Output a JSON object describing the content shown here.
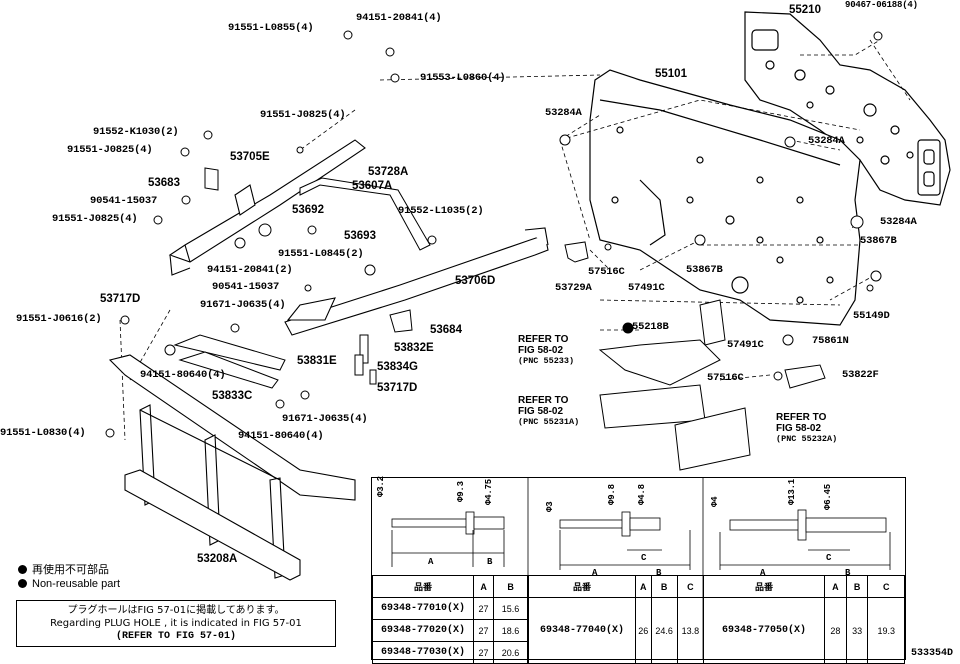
{
  "parts": {
    "p55210": "55210",
    "p90467": "90467-06188(4)",
    "p91551_L0855": "91551-L0855(4)",
    "p94151_20841_top": "94151-20841(4)",
    "p91553_L0860": "91553-L0860(4)",
    "p55101": "55101",
    "p53284A_a": "53284A",
    "p53284A_b": "53284A",
    "p53284A_c": "53284A",
    "p91551_J0825_a": "91551-J0825(4)",
    "p91552_K1030": "91552-K1030(2)",
    "p91551_J0825_b": "91551-J0825(4)",
    "p53705E": "53705E",
    "p53728A": "53728A",
    "p53683": "53683",
    "p53607A": "53607A",
    "p90541_15037_a": "90541-15037",
    "p91551_J0825_c": "91551-J0825(4)",
    "p53692": "53692",
    "p91552_L1035": "91552-L1035(2)",
    "p53693": "53693",
    "p91551_L0845": "91551-L0845(2)",
    "p94151_20841_mid": "94151-20841(2)",
    "p90541_15037_b": "90541-15037",
    "p53867B_a": "53867B",
    "p53867B_b": "53867B",
    "p57516C_a": "57516C",
    "p57491C_a": "57491C",
    "p53729A": "53729A",
    "p53717D_a": "53717D",
    "p91671_J0635_a": "91671-J0635(4)",
    "p53706D": "53706D",
    "p55149D": "55149D",
    "p91551_J0616": "91551-J0616(2)",
    "p53684": "53684",
    "p55218B": "55218B",
    "p57491C_b": "57491C",
    "p75861N": "75861N",
    "p53832E": "53832E",
    "p53831E": "53831E",
    "p94151_80640_a": "94151-80640(4)",
    "p53834G": "53834G",
    "p53717D_b": "53717D",
    "p57516C_b": "57516C",
    "p53822F": "53822F",
    "p53833C": "53833C",
    "p91671_J0635_b": "91671-J0635(4)",
    "p94151_80640_b": "94151-80640(4)",
    "p91551_L0830": "91551-L0830(4)",
    "p53208A": "53208A"
  },
  "refs": {
    "r1_l1": "REFER TO",
    "r1_l2": "FIG 58-02",
    "r1_l3": "(PNC 55233)",
    "r2_l1": "REFER TO",
    "r2_l2": "FIG 58-02",
    "r2_l3": "(PNC 55231A)",
    "r3_l1": "REFER TO",
    "r3_l2": "FIG 58-02",
    "r3_l3": "(PNC 55232A)"
  },
  "legend": {
    "ja": "再使用不可部品",
    "en": "Non-reusable part"
  },
  "note": {
    "ja": "プラグホールはFIG 57-01に掲載してあります。",
    "en": "Regarding PLUG HOLE , it is indicated in FIG 57-01",
    "ref": "(REFER TO FIG 57-01)"
  },
  "rivets": {
    "r1": {
      "d1": "Φ3.2",
      "d2": "Φ9.3",
      "d3": "Φ4.75",
      "a": "A",
      "b": "B"
    },
    "r2": {
      "d1": "Φ3",
      "d2": "Φ9.8",
      "d3": "Φ4.8",
      "a": "A",
      "b": "B",
      "c": "C"
    },
    "r3": {
      "d1": "Φ4",
      "d2": "Φ13.1",
      "d3": "Φ6.45",
      "a": "A",
      "b": "B",
      "c": "C"
    }
  },
  "table": {
    "h_part": "品番",
    "h_a": "A",
    "h_b": "B",
    "h_c": "C",
    "t1_rows": [
      {
        "part": "69348-77010(X)",
        "a": "27",
        "b": "15.6"
      },
      {
        "part": "69348-77020(X)",
        "a": "27",
        "b": "18.6"
      },
      {
        "part": "69348-77030(X)",
        "a": "27",
        "b": "20.6"
      }
    ],
    "t2_row": {
      "part": "69348-77040(X)",
      "a": "26",
      "b": "24.6",
      "c": "13.8"
    },
    "t3_row": {
      "part": "69348-77050(X)",
      "a": "28",
      "b": "33",
      "c": "19.3"
    }
  },
  "illustration_code": "533354D"
}
